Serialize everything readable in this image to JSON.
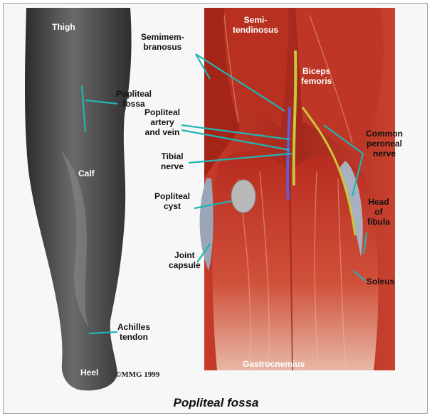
{
  "figure": {
    "caption": "Popliteal fossa",
    "copyright": "©MMG 1999"
  },
  "colors": {
    "leg_skin": "#555555",
    "muscle": "#b52a1f",
    "leader_line": "#1fb5b5",
    "nerve": "#c8c83a",
    "vessel": "#6a5acd",
    "cyst": "#b9b9b9"
  },
  "labels": {
    "thigh": "Thigh",
    "popliteal_fossa": "Popliteal fossa",
    "calf": "Calf",
    "achilles_tendon": "Achilles tendon",
    "heel": "Heel",
    "semimembranosus": "Semimem-branosus",
    "semitendinosus": "Semi-tendinosus",
    "biceps_femoris": "Biceps femoris",
    "popliteal_artery_vein": "Popliteal artery and vein",
    "tibial_nerve": "Tibial nerve",
    "common_peroneal_nerve": "Common peroneal nerve",
    "popliteal_cyst": "Popliteal cyst",
    "head_of_fibula": "Head of fibula",
    "joint_capsule": "Joint capsule",
    "soleus": "Soleus",
    "gastrocnemius": "Gastrocnemius"
  },
  "label_lines": {
    "popliteal_fossa": [
      "Popliteal",
      "fossa"
    ],
    "achilles_tendon": [
      "Achilles",
      "tendon"
    ],
    "semimembranosus": [
      "Semimem-",
      "branosus"
    ],
    "semitendinosus": [
      "Semi-",
      "tendinosus"
    ],
    "biceps_femoris": [
      "Biceps",
      "femoris"
    ],
    "popliteal_artery_vein": [
      "Popliteal",
      "artery",
      "and vein"
    ],
    "tibial_nerve": [
      "Tibial",
      "nerve"
    ],
    "common_peroneal_nerve": [
      "Common",
      "peroneal",
      "nerve"
    ],
    "popliteal_cyst": [
      "Popliteal",
      "cyst"
    ],
    "head_of_fibula": [
      "Head",
      "of",
      "fibula"
    ],
    "joint_capsule": [
      "Joint",
      "capsule"
    ]
  }
}
